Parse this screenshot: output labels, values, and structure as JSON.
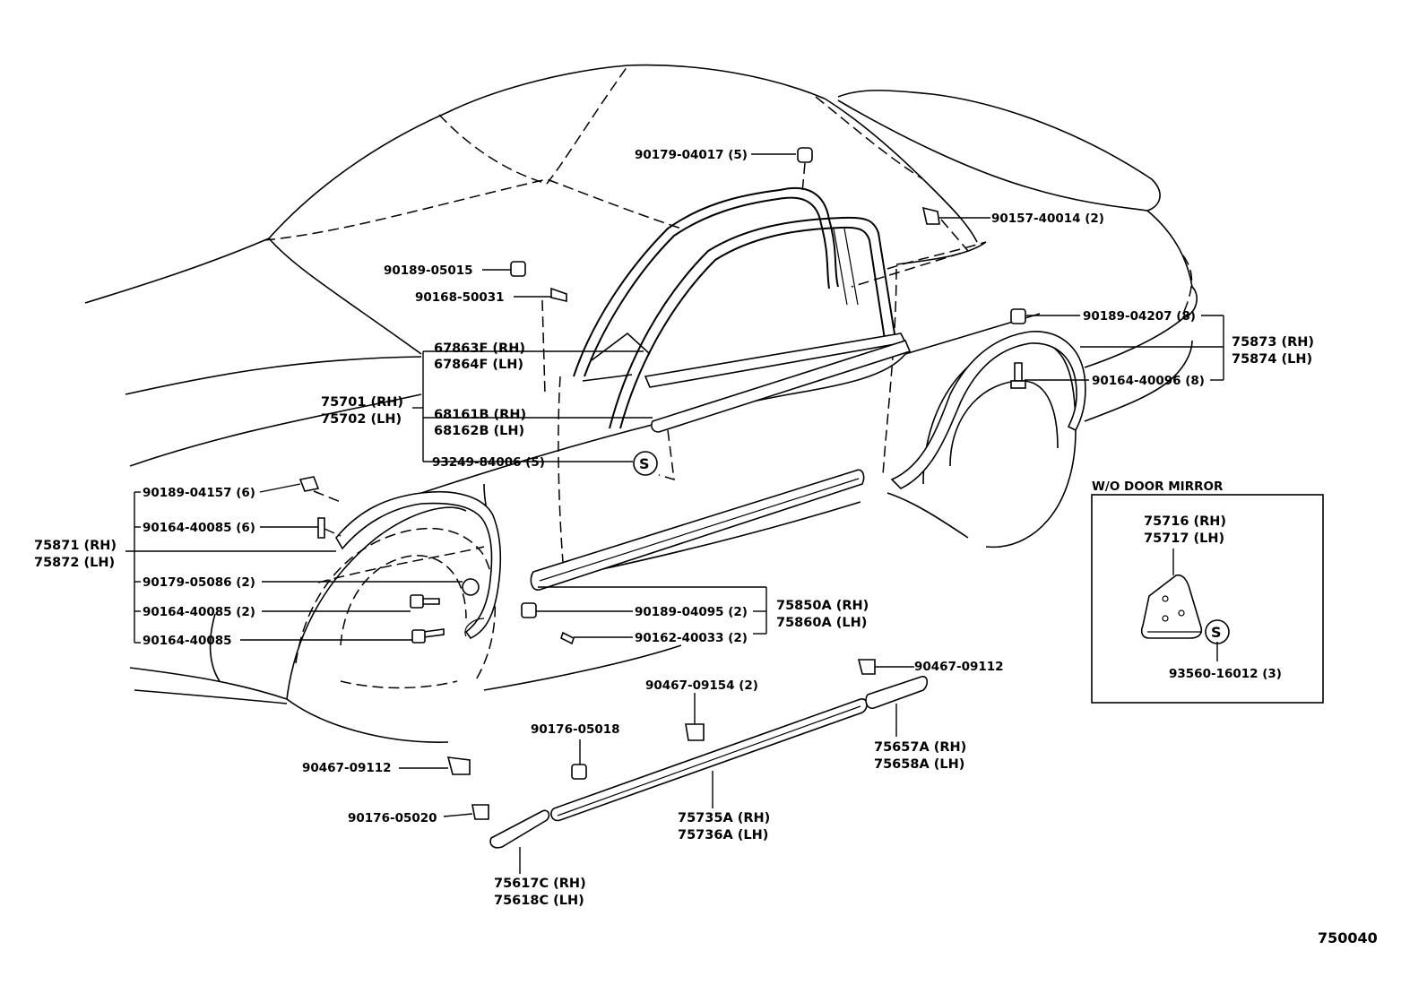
{
  "diagram_code": "750040",
  "inset_title": "W/O DOOR MIRROR",
  "labels": {
    "p90179_04017": "90179-04017 (5)",
    "p90157_40014": "90157-40014 (2)",
    "p90189_05015": "90189-05015",
    "p90168_50031": "90168-50031",
    "p67863f": "67863F (RH)",
    "p67864f": "67864F (LH)",
    "p75701": "75701 (RH)",
    "p75702": "75702 (LH)",
    "p68161b": "68161B (RH)",
    "p68162b": "68162B (LH)",
    "p93249": "93249-84006 (5)",
    "p90189_04207": "90189-04207 (8)",
    "p75873": "75873 (RH)",
    "p75874": "75874 (LH)",
    "p90164_40096": "90164-40096 (8)",
    "p90189_04157": "90189-04157 (6)",
    "p90164_40085_6": "90164-40085 (6)",
    "p75871": "75871 (RH)",
    "p75872": "75872 (LH)",
    "p90179_05086": "90179-05086 (2)",
    "p90164_40085_2": "90164-40085 (2)",
    "p90164_40085": "90164-40085",
    "p90189_04095": "90189-04095 (2)",
    "p90162_40033": "90162-40033 (2)",
    "p75850a": "75850A (RH)",
    "p75860a": "75860A (LH)",
    "p90467_09154": "90467-09154 (2)",
    "p90467_09112_r": "90467-09112",
    "p90176_05018": "90176-05018",
    "p90467_09112_l": "90467-09112",
    "p90176_05020": "90176-05020",
    "p75657a": "75657A (RH)",
    "p75658a": "75658A (LH)",
    "p75735a": "75735A (RH)",
    "p75736a": "75736A (LH)",
    "p75617c": "75617C (RH)",
    "p75618c": "75618C (LH)",
    "p75716": "75716 (RH)",
    "p75717": "75717 (LH)",
    "p93560": "93560-16012 (3)",
    "s_mark": "S"
  }
}
